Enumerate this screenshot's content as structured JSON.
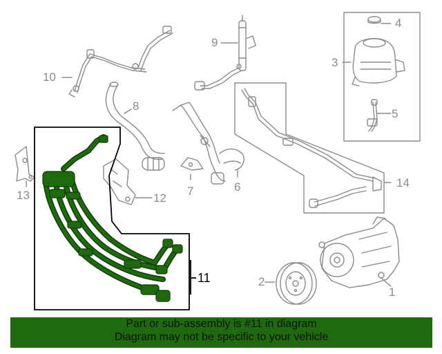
{
  "colors": {
    "highlight": "#1f6a0e",
    "banner_background": "#1f6a0e",
    "part_stroke": "#8a8a8a",
    "callout_text": "#8a8a8a"
  },
  "highlighted_part": "11",
  "callouts": {
    "c1": "1",
    "c2": "2",
    "c3": "3",
    "c4": "4",
    "c5": "5",
    "c6": "6",
    "c7": "7",
    "c8": "8",
    "c9": "9",
    "c10": "10",
    "c11": "11",
    "c12": "12",
    "c13": "13",
    "c14": "14"
  },
  "banner": {
    "line1": "Part or sub-assembly is #11 in diagram",
    "line2": "Diagram may not be specific to your vehicle"
  }
}
